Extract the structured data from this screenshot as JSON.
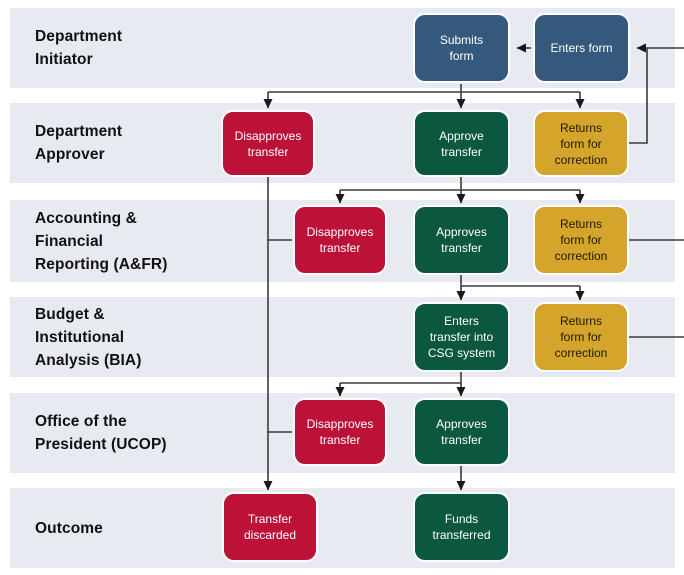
{
  "colors": {
    "blue": "#34597C",
    "red": "#BD1238",
    "green": "#0B5740",
    "gold": "#D4A42B",
    "lane_bg": "#E8EAF1",
    "line": "#3A3A3A",
    "arrow": "#1A1A1A",
    "node_text_light": "#FFFFFF",
    "node_text_dark": "#1F1A02"
  },
  "lanes": [
    {
      "label": "Department\nInitiator"
    },
    {
      "label": "Department\nApprover"
    },
    {
      "label": "Accounting &\nFinancial\nReporting (A&FR)"
    },
    {
      "label": "Budget &\nInstitutional\nAnalysis (BIA)"
    },
    {
      "label": "Office of the\nPresident (UCOP)"
    },
    {
      "label": "Outcome"
    }
  ],
  "nodes": {
    "submits_form": {
      "label": "Submits\nform",
      "color": "blue"
    },
    "enters_form": {
      "label": "Enters form",
      "color": "blue"
    },
    "dept_disapproves": {
      "label": "Disapproves\ntransfer",
      "color": "red"
    },
    "dept_approve": {
      "label": "Approve\ntransfer",
      "color": "green"
    },
    "dept_returns": {
      "label": "Returns\nform for\ncorrection",
      "color": "gold"
    },
    "afr_disapproves": {
      "label": "Disapproves\ntransfer",
      "color": "red"
    },
    "afr_approves": {
      "label": "Approves\ntransfer",
      "color": "green"
    },
    "afr_returns": {
      "label": "Returns\nform for\ncorrection",
      "color": "gold"
    },
    "bia_enters": {
      "label": "Enters\ntransfer into\nCSG system",
      "color": "green"
    },
    "bia_returns": {
      "label": "Returns\nform for\ncorrection",
      "color": "gold"
    },
    "ucop_disapproves": {
      "label": "Disapproves\ntransfer",
      "color": "red"
    },
    "ucop_approves": {
      "label": "Approves\ntransfer",
      "color": "green"
    },
    "outcome_discarded": {
      "label": "Transfer\ndiscarded",
      "color": "red"
    },
    "outcome_transferred": {
      "label": "Funds\ntransferred",
      "color": "green"
    }
  }
}
